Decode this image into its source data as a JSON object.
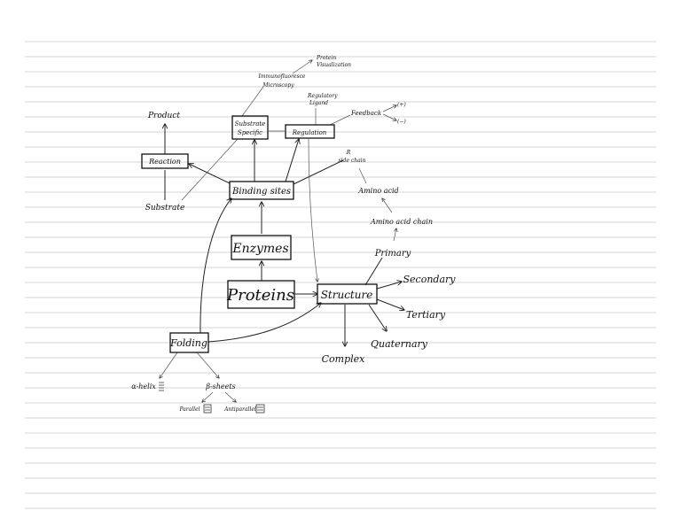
{
  "nodes": {
    "proteins": "Proteins",
    "enzymes": "Enzymes",
    "binding_sites": "Binding sites",
    "structure": "Structure",
    "folding": "Folding",
    "reaction": "Reaction",
    "substrate_specific_1": "Substrate",
    "substrate_specific_2": "Specific",
    "regulation": "Regulation",
    "product": "Product",
    "substrate": "Substrate",
    "immunofluorescence": "Immunofluoresce",
    "microscopy": "Microscopy",
    "protein_visualization_1": "Protein",
    "protein_visualization_2": "Visualization",
    "regulatory_ligand_1": "Regulatory",
    "regulatory_ligand_2": "Ligand",
    "feedback": "Feedback",
    "feedback_pos": "(+)",
    "feedback_neg": "(−)",
    "r_side_chain_1": "R",
    "r_side_chain_2": "side chain",
    "amino_acid": "Amino acid",
    "amino_acid_chain": "Amino acid chain",
    "primary": "Primary",
    "secondary": "Secondary",
    "tertiary": "Tertiary",
    "quaternary": "Quaternary",
    "complex": "Complex",
    "alpha_helix": "α-helix",
    "beta_sheets": "β-sheets",
    "parallel": "Parallel",
    "antiparallel": "Antiparallel"
  }
}
